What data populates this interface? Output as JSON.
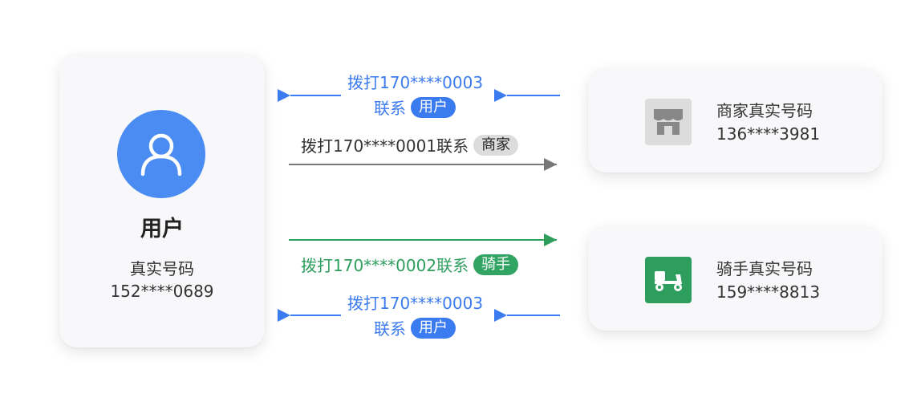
{
  "user_card": {
    "title": "用户",
    "real_number_label": "真实号码",
    "real_number": "152****0689"
  },
  "merchant_card": {
    "label": "商家真实号码",
    "number": "136****3981",
    "icon": "storefront-icon"
  },
  "rider_card": {
    "label": "骑手真实号码",
    "number": "159****8813",
    "icon": "scooter-icon"
  },
  "flows": {
    "merchant_to_user": {
      "line1": "拨打170****0003",
      "line2_prefix": "联系",
      "tag": "用户"
    },
    "user_to_merchant": {
      "text": "拨打170****0001联系",
      "tag": "商家"
    },
    "user_to_rider": {
      "text": "拨打170****0002联系",
      "tag": "骑手"
    },
    "rider_to_user": {
      "line1": "拨打170****0003",
      "line2_prefix": "联系",
      "tag": "用户"
    }
  },
  "colors": {
    "blue": "#3b7bf0",
    "gray": "#666666",
    "green": "#2e9e5e",
    "avatar": "#4a8cf2",
    "merchant_icon_bg": "#dcdcdc",
    "rider_icon_bg": "#2e9e5e"
  }
}
